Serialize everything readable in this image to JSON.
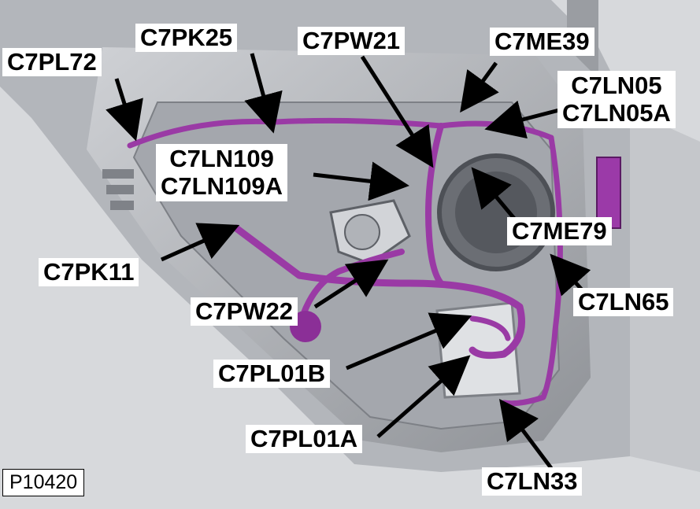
{
  "figure_id": "P10420",
  "callouts": {
    "c7pl72": "C7PL72",
    "c7pk25": "C7PK25",
    "c7pw21": "C7PW21",
    "c7me39": "C7ME39",
    "c7ln05": "C7LN05",
    "c7ln05a": "C7LN05A",
    "c7ln109": "C7LN109",
    "c7ln109a": "C7LN109A",
    "c7me79": "C7ME79",
    "c7pk11": "C7PK11",
    "c7ln65": "C7LN65",
    "c7pw22": "C7PW22",
    "c7pl01b": "C7PL01B",
    "c7pl01a": "C7PL01A",
    "c7ln33": "C7LN33"
  },
  "colors": {
    "harness": "#9a3aa5",
    "harness_dark": "#6e1f7a",
    "panel": "#b9bcc1",
    "frame": "#8d9096",
    "background": "#d7d9dc",
    "arrow": "#000000"
  },
  "icons": [
    "door-panel",
    "window-regulator-motor",
    "speaker-opening",
    "wiring-harness",
    "door-hinge",
    "door-latch"
  ]
}
